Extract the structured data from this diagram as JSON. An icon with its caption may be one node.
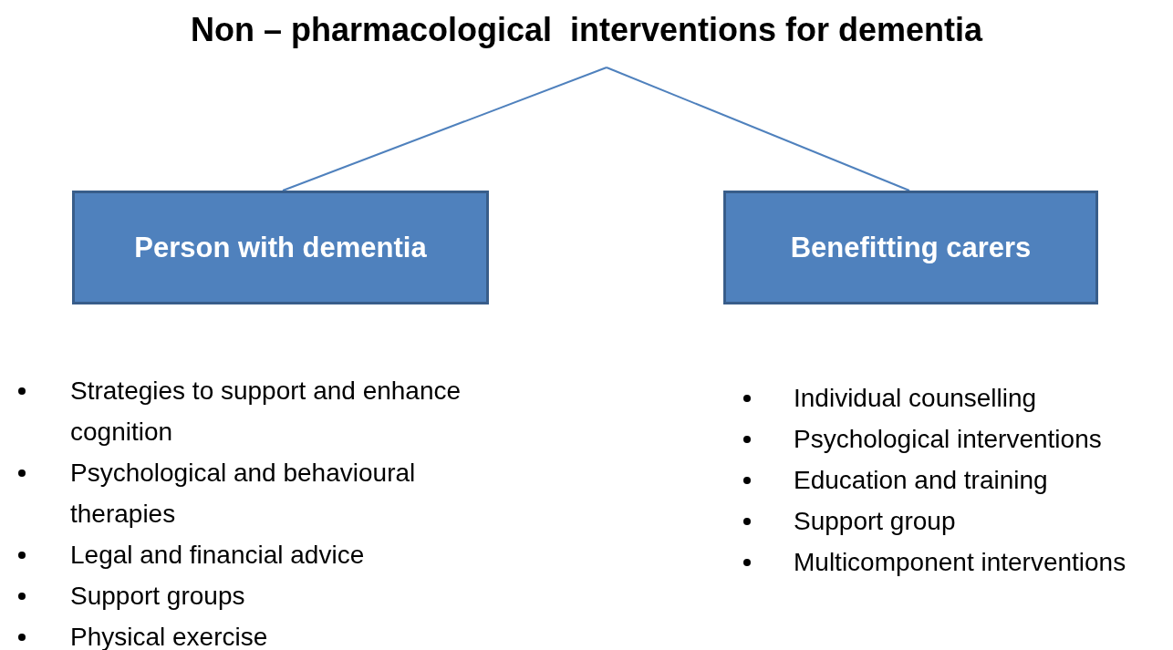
{
  "diagram": {
    "nodes": [
      {
        "text": [
          "Non – pharmacological  interventions for dementia"
        ]
      },
      {
        "text": [
          "Person with dementia"
        ]
      },
      {
        "text": [
          "Benefitting carers"
        ]
      }
    ],
    "edges": [
      {
        "from": 0,
        "to": 1,
        "arrow": "none"
      },
      {
        "from": 0,
        "to": 2,
        "arrow": "none"
      }
    ],
    "labels": [
      "Strategies to support and enhance cognition",
      "Psychological and behavioural therapies",
      "Legal and financial advice",
      "Support groups",
      "Physical exercise",
      "Individual counselling",
      "Psychological interventions",
      "Education and training",
      "Support group",
      "Multicomponent interventions"
    ]
  }
}
